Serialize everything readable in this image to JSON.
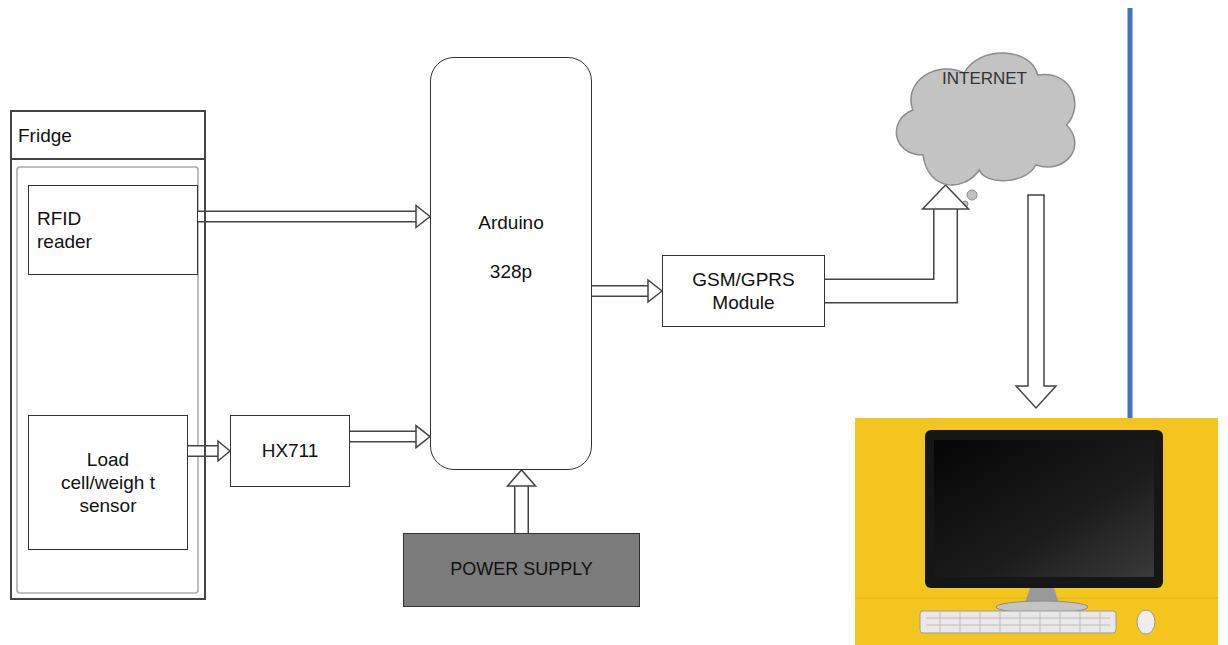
{
  "diagram": {
    "nodes": [
      {
        "text": [
          "Fridge"
        ]
      },
      {
        "text": [
          "RFID reader"
        ],
        "in": 0
      },
      {
        "text": [
          "Load cell/weigh t sensor"
        ],
        "in": 0
      },
      {
        "text": [
          "HX711"
        ]
      },
      {
        "text": [
          "Arduino 328p"
        ]
      },
      {
        "text": [
          "GSM/GPRS Module"
        ]
      },
      {
        "text": [
          "INTERNET"
        ]
      },
      {
        "text": [
          "POWER SUPPLY"
        ]
      }
    ],
    "edges": [
      {
        "from": 1,
        "to": 4,
        "arrow": "to"
      },
      {
        "from": 2,
        "to": 3,
        "arrow": "to"
      },
      {
        "from": 3,
        "to": 4,
        "arrow": "to"
      },
      {
        "from": 7,
        "to": 4,
        "arrow": "to"
      },
      {
        "from": 4,
        "to": 5,
        "arrow": "to"
      },
      {
        "from": 5,
        "to": 6,
        "arrow": "to"
      }
    ]
  }
}
